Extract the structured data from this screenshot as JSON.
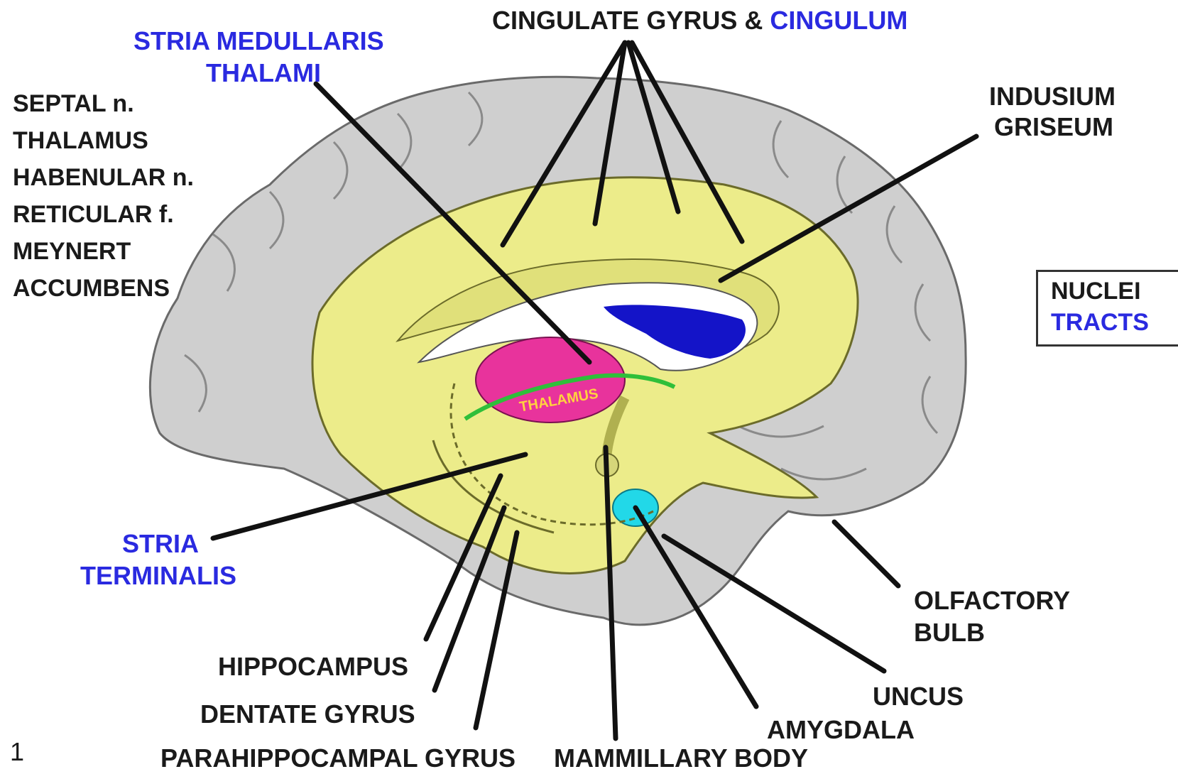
{
  "labels": {
    "cingulate_prefix": "CINGULATE GYRUS & ",
    "cingulum": "CINGULUM",
    "stria_medullaris_1": "STRIA MEDULLARIS",
    "stria_medullaris_2": "THALAMI",
    "indusium_1": "INDUSIUM",
    "indusium_2": "GRISEUM",
    "stria_terminalis_1": "STRIA",
    "stria_terminalis_2": "TERMINALIS",
    "olfactory_1": "OLFACTORY",
    "olfactory_2": "BULB",
    "uncus": "UNCUS",
    "amygdala": "AMYGDALA",
    "mammillary": "MAMMILLARY BODY",
    "parahippocampal": "PARAHIPPOCAMPAL GYRUS",
    "dentate": "DENTATE GYRUS",
    "hippocampus": "HIPPOCAMPUS",
    "thalamus": "THALAMUS"
  },
  "left_list": [
    "SEPTAL n.",
    "THALAMUS",
    "HABENULAR n.",
    "RETICULAR f.",
    "MEYNERT",
    "ACCUMBENS"
  ],
  "legend": {
    "nuclei": "NUCLEI",
    "tracts": "TRACTS"
  },
  "page_number": "1",
  "colors": {
    "nuclei_text": "#1a1a1a",
    "tracts_text": "#2a2ae0",
    "limbic_yellow": "#ecec8a",
    "cortex_gray": "#cfcfcf",
    "thalamus_magenta": "#e8339c",
    "fornix_green": "#2fbf3a",
    "ventricle_blue": "#1414c8",
    "amygdala_cyan": "#22d8e8"
  }
}
